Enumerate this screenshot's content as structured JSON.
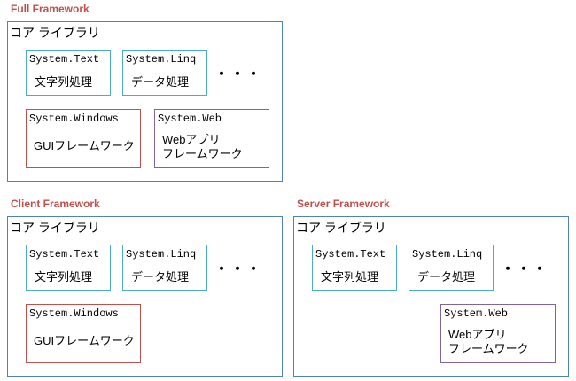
{
  "full": {
    "title": "Full Framework",
    "panel_title": "コア ライブラリ",
    "text_ns": "System.Text",
    "text_desc": "文字列処理",
    "linq_ns": "System.Linq",
    "linq_desc": "データ処理",
    "ellipsis": "・・・",
    "windows_ns": "System.Windows",
    "windows_desc": "GUIフレームワーク",
    "web_ns": "System.Web",
    "web_desc": "Webアプリ\nフレームワーク"
  },
  "client": {
    "title": "Client Framework",
    "panel_title": "コア ライブラリ",
    "text_ns": "System.Text",
    "text_desc": "文字列処理",
    "linq_ns": "System.Linq",
    "linq_desc": "データ処理",
    "ellipsis": "・・・",
    "windows_ns": "System.Windows",
    "windows_desc": "GUIフレームワーク"
  },
  "server": {
    "title": "Server Framework",
    "panel_title": "コア ライブラリ",
    "text_ns": "System.Text",
    "text_desc": "文字列処理",
    "linq_ns": "System.Linq",
    "linq_desc": "データ処理",
    "ellipsis": "・・・",
    "web_ns": "System.Web",
    "web_desc": "Webアプリ\nフレームワーク"
  },
  "colors": {
    "section_title": "#c0504d",
    "panel_border": "#4f81bd",
    "text_box_border": "#4bacc6",
    "windows_box_border": "#c0504d",
    "web_box_border": "#8064a2"
  }
}
